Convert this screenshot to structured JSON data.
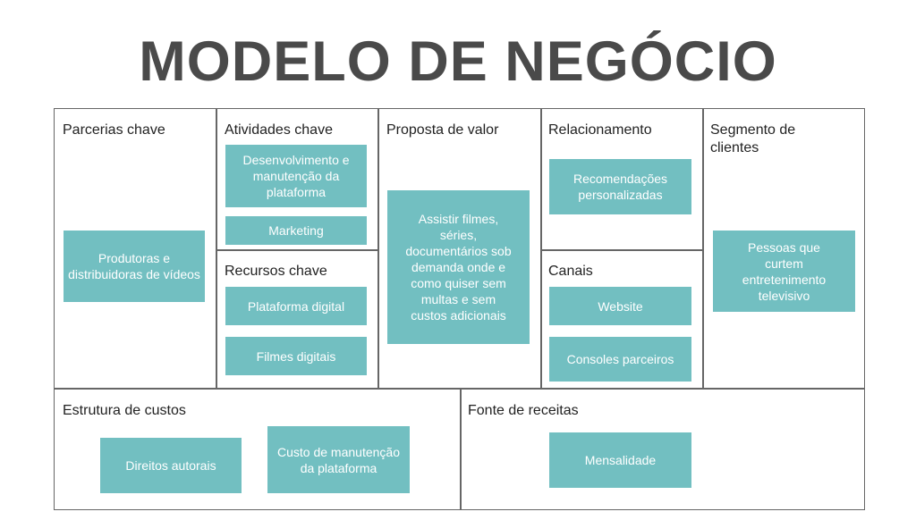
{
  "title": "MODELO DE NEGÓCIO",
  "sections": {
    "parcerias": {
      "label": "Parcerias chave",
      "items": [
        "Produtoras e distribuidoras de vídeos"
      ]
    },
    "atividades": {
      "label": "Atividades chave",
      "items": [
        "Desenvolvimento e manutenção da plataforma",
        "Marketing"
      ]
    },
    "recursos": {
      "label": "Recursos chave",
      "items": [
        "Plataforma digital",
        "Filmes digitais"
      ]
    },
    "proposta": {
      "label": "Proposta de valor",
      "items": [
        "Assistir filmes, séries, documentários sob demanda onde e como quiser sem multas e sem custos adicionais"
      ]
    },
    "relacionamento": {
      "label": "Relacionamento",
      "items": [
        "Recomendações personalizadas"
      ]
    },
    "canais": {
      "label": "Canais",
      "items": [
        "Website",
        "Consoles parceiros"
      ]
    },
    "segmento": {
      "label": "Segmento de clientes",
      "items": [
        "Pessoas que curtem entretenimento televisivo"
      ]
    },
    "custos": {
      "label": "Estrutura de custos",
      "items": [
        "Direitos autorais",
        "Custo de manutenção da plataforma"
      ]
    },
    "receitas": {
      "label": "Fonte de receitas",
      "items": [
        "Mensalidade"
      ]
    }
  },
  "colors": {
    "box": "#72bfc1",
    "border": "#666666",
    "title": "#4a4a4a"
  }
}
